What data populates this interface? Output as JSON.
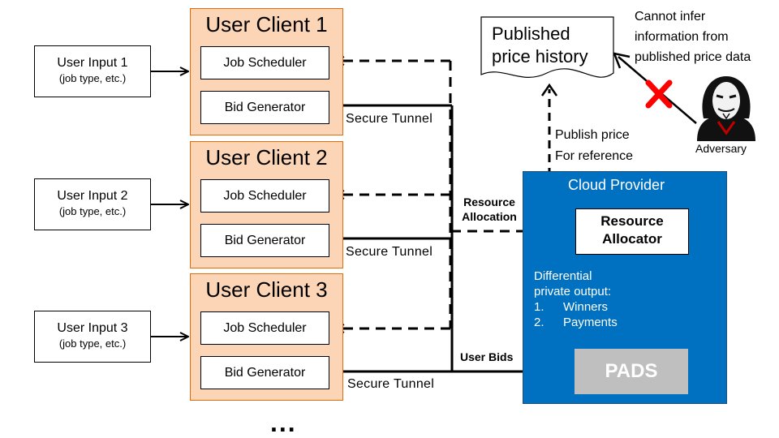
{
  "user_inputs": [
    {
      "title": "User Input 1",
      "subtitle": "(job type, etc.)"
    },
    {
      "title": "User Input 2",
      "subtitle": "(job type, etc.)"
    },
    {
      "title": "User Input 3",
      "subtitle": "(job type, etc.)"
    }
  ],
  "clients": [
    {
      "title": "User Client 1",
      "scheduler": "Job Scheduler",
      "generator": "Bid Generator"
    },
    {
      "title": "User Client 2",
      "scheduler": "Job Scheduler",
      "generator": "Bid Generator"
    },
    {
      "title": "User Client 3",
      "scheduler": "Job Scheduler",
      "generator": "Bid Generator"
    }
  ],
  "tunnel_label": "Secure Tunnel",
  "resource_allocation_label": [
    "Resource",
    "Allocation"
  ],
  "user_bids_label": "User Bids",
  "cloud": {
    "title": "Cloud Provider",
    "allocator": [
      "Resource",
      "Allocator"
    ],
    "dp_heading": [
      "Differential",
      "private output:"
    ],
    "dp_items": [
      {
        "num": "1.",
        "label": "Winners"
      },
      {
        "num": "2.",
        "label": "Payments"
      }
    ],
    "pads": "PADS"
  },
  "publish_label": [
    "Publish price",
    "For reference"
  ],
  "history_doc": [
    "Published",
    "price history"
  ],
  "warning": [
    "Cannot infer",
    "information from",
    "published price data"
  ],
  "adversary_label": "Adversary",
  "more_marker": "..."
}
